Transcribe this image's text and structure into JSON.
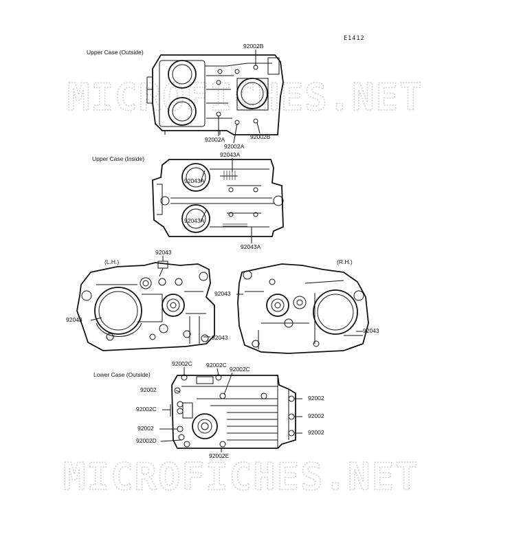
{
  "diagram_code": "E1412",
  "watermark": "MICROFICHES.NET",
  "sections": {
    "upper_outside": "Upper Case (Outside)",
    "upper_inside": "Upper Case (Inside)",
    "lh": "(L.H.)",
    "rh": "(R.H.)",
    "lower_outside": "Lower Case (Outside)"
  },
  "labels": {
    "uo_top": "92002B",
    "uo_a1": "92002A",
    "uo_a2": "92002A",
    "uo_b": "92002B",
    "ui_top": "92043A",
    "ui_mid1": "92043A",
    "ui_mid2": "92043A",
    "ui_bot": "92043A",
    "lh_top": "92043",
    "lh_left": "92043",
    "lh_right": "92043",
    "rh_left": "92043",
    "rh_right": "92043",
    "lo_c1": "92002C",
    "lo_c2": "92002C",
    "lo_c3": "92002C",
    "lo_l1": "92002",
    "lo_c4": "92002C",
    "lo_l2": "92002",
    "lo_d": "92002D",
    "lo_r1": "92002",
    "lo_r2": "92002",
    "lo_r3": "92002",
    "lo_e": "92002E"
  }
}
